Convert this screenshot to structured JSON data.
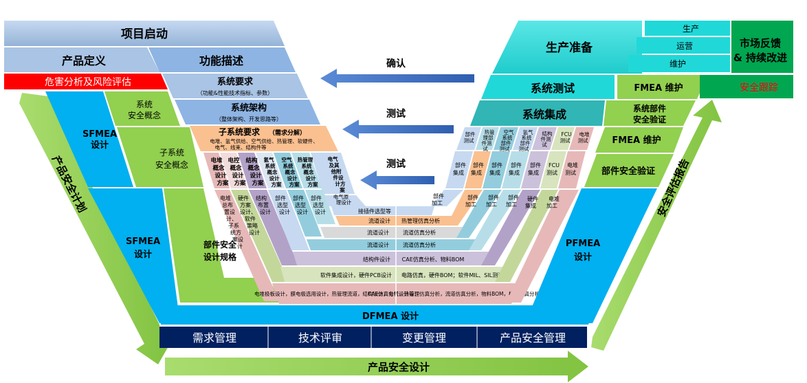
{
  "left": {
    "project_start": "项目启动",
    "product_def": "产品定义",
    "function_desc": "功能描述",
    "hazard": "危害分析及风险评估",
    "sys_req": "系统要求",
    "sys_req_sub": "（功能&性能技术指标、参数）",
    "sys_concept_1": "系统",
    "sys_concept_2": "安全概念",
    "sys_arch": "系统架构",
    "sys_arch_sub": "（整体架构、开发思路等）",
    "subsys_req": "子系统要求",
    "subsys_req_note": "（需求分解）",
    "subsys_req_sub1": "电堆、氢气供给、空气供给、热管理、软硬件、",
    "subsys_req_sub2": "电气、线束、结构件等",
    "subsys_concept_1": "子系统",
    "subsys_concept_2": "安全概念",
    "sfmea_design": "SFMEA",
    "sfmea_design_2": "设计",
    "sfmea_lower": "SFMEA",
    "sfmea_lower_2": "设计",
    "part_spec_1": "部件安全",
    "part_spec_2": "设计规格",
    "product_safety_plan": "产品安全计划",
    "stack_col": [
      "电堆",
      "概念",
      "设计",
      "方案"
    ],
    "hw_col": [
      "电控",
      "概念",
      "设计",
      "方案"
    ],
    "struct_col": [
      "结构",
      "概念",
      "设计",
      "方案"
    ],
    "h2_col": [
      "氢气",
      "系统",
      "概念",
      "设计",
      "方案"
    ],
    "air_col": [
      "空气",
      "系统",
      "概念",
      "设计",
      "方案"
    ],
    "thermal_col": [
      "热管理",
      "系统",
      "概念",
      "设计",
      "方案"
    ],
    "elec_col": [
      "电气",
      "及其",
      "他附",
      "件设",
      "计方",
      "案"
    ],
    "stack_detail": [
      "电堆",
      "总布",
      "置设",
      "计、",
      "子系",
      "统方",
      "案设",
      "计"
    ],
    "hw_detail": [
      "硬件",
      "方案",
      "设计、",
      "软件",
      "策略",
      "设计"
    ],
    "struct_detail": [
      "结构",
      "布置",
      "设计"
    ],
    "h2_detail": [
      "部件",
      "选型",
      "设计"
    ],
    "air_detail": [
      "部件",
      "选型",
      "设计"
    ],
    "thermal_detail": [
      "部件",
      "选型",
      "设计"
    ],
    "elec_detail": [
      "电气原",
      "理设计",
      "等"
    ],
    "row_harness": "接插件选型等",
    "row_h_left": "流道设计",
    "row_h_right": "热管理仿真分析",
    "row_a_left": "流道设计",
    "row_a_right": "流道仿真分析",
    "row_t_left": "流道设计",
    "row_t_right": "流道仿真分析",
    "row_s_left": "结构件设计",
    "row_s_right": "CAE仿真分析、物料BOM",
    "row_sw_left": "软件集成设计，硬件PCB设计",
    "row_sw_right": "电路仿真，硬件BOM；软件MIL、SIL测试",
    "row_stack_left": "电堆极板设计，膜电极选用设计，热管理流道，结构设计，电气设计等；",
    "row_stack_right": "CAE仿真分析，热管理仿真分析，流道仿真分析，物料BOM，模型仿真分析"
  },
  "center": {
    "confirm": "确认",
    "test1": "测试",
    "test2": "测试"
  },
  "right": {
    "prod_prep": "生产准备",
    "produce": "生产",
    "operate": "运营",
    "maintain": "维护",
    "market_1": "市场反馈",
    "market_2": "& 持续改进",
    "sys_test": "系统测试",
    "fmea_maint": "FMEA 维护",
    "safety_track": "安全跟踪",
    "sys_integ": "系统集成",
    "part_verify_1": "系统部件",
    "part_verify_2": "安全验证",
    "fmea_maint_2": "FMEA 维护",
    "part_verify_3": "部件安全验证",
    "pfmea": "PFMEA",
    "pfmea_2": "设计",
    "safety_report": "安全评估报告",
    "integ_cols": [
      [
        "部件",
        "测试"
      ],
      [
        "热管",
        "理部",
        "件测",
        "试"
      ],
      [
        "空气",
        "系统",
        "部件",
        "测试"
      ],
      [
        "氢气",
        "系统",
        "部件",
        "测试"
      ],
      [
        "结构",
        "件测",
        "试"
      ],
      [
        "FCU",
        "测试"
      ],
      [
        "电堆",
        "测试"
      ]
    ],
    "integ_cols2": [
      [
        "部件",
        "集成"
      ],
      [
        "部件",
        "集成"
      ],
      [
        "部件",
        "集成"
      ],
      [
        "部件",
        "集成"
      ],
      [
        "部件",
        "集成"
      ],
      [
        "FCU",
        "测试"
      ],
      [
        "电堆",
        "测试"
      ]
    ],
    "process_cols": [
      [
        "部件",
        "加工"
      ],
      [
        "部件",
        "加工"
      ],
      [
        "部件",
        "加工"
      ],
      [
        "部件",
        "加工"
      ],
      [
        "硬件",
        "集成"
      ],
      [
        "电堆",
        "加工"
      ]
    ]
  },
  "bottom": {
    "dfmea": "DFMEA 设计",
    "req_mgmt": "需求管理",
    "tech_review": "技术评审",
    "change_mgmt": "变更管理",
    "safety_mgmt": "产品安全管理",
    "safety_design": "产品安全设计"
  },
  "colors": {
    "light_blue": "#a9c4e4",
    "mid_blue": "#8eb4e3",
    "red": "#ff0000",
    "sky": "#00b0f0",
    "green": "#92d050",
    "orange": "#fac090",
    "pink": "#e6b9b8",
    "lavender": "#b3a2c7",
    "teal": "#93cddd",
    "navy": "#002060",
    "cyan": "#21d8d8",
    "dark_teal": "#31b5b5",
    "dark_green": "#00a650",
    "arrow_blue": "#4472c4"
  }
}
